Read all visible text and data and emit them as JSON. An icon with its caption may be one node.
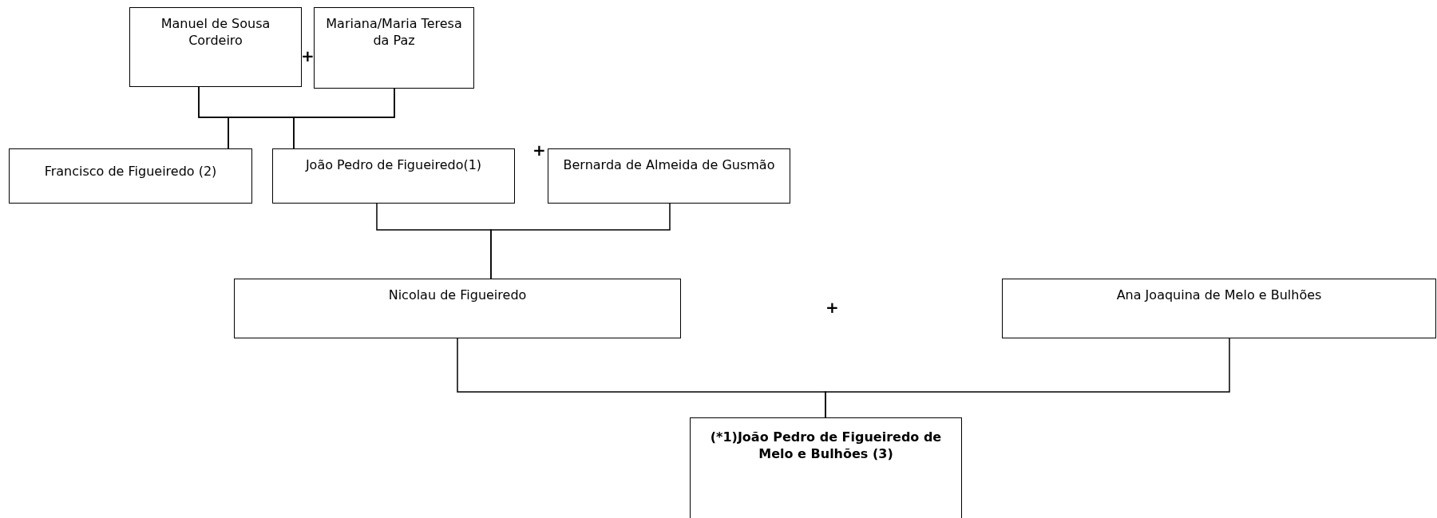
{
  "diagram": {
    "nodes": [
      {
        "text": [
          "Manuel de Sousa Cordeiro"
        ]
      },
      {
        "text": [
          "Mariana/Maria Teresa da Paz"
        ]
      },
      {
        "text": [
          "Francisco de Figueiredo (2)"
        ]
      },
      {
        "text": [
          "João Pedro de Figueiredo(1)"
        ]
      },
      {
        "text": [
          "Bernarda de Almeida de Gusmão"
        ]
      },
      {
        "text": [
          "Nicolau de Figueiredo"
        ]
      },
      {
        "text": [
          "Ana Joaquina de Melo e Bulhões"
        ]
      },
      {
        "text": [
          "(*1)João Pedro de Figueiredo de Melo e Bulhões (3)"
        ]
      }
    ],
    "edges": [
      {
        "from": 0,
        "to": 2,
        "arrow": "none"
      },
      {
        "from": 1,
        "to": 2,
        "arrow": "none"
      },
      {
        "from": 0,
        "to": 3,
        "arrow": "none"
      },
      {
        "from": 1,
        "to": 3,
        "arrow": "none"
      },
      {
        "from": 3,
        "to": 5,
        "arrow": "none"
      },
      {
        "from": 4,
        "to": 5,
        "arrow": "none"
      },
      {
        "from": 5,
        "to": 7,
        "arrow": "none"
      },
      {
        "from": 6,
        "to": 7,
        "arrow": "none"
      }
    ],
    "labels": [
      "+",
      "+",
      "+"
    ]
  }
}
